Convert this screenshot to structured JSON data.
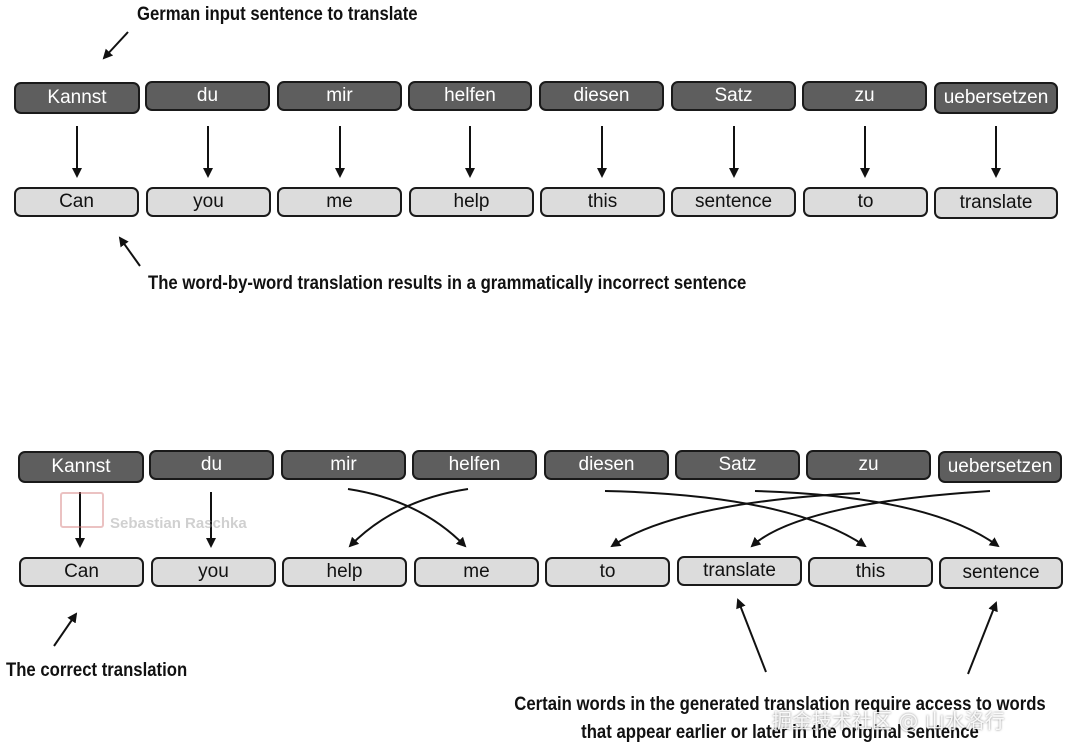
{
  "top": {
    "input_label": "German input sentence to translate",
    "german_words": [
      "Kannst",
      "du",
      "mir",
      "helfen",
      "diesen",
      "Satz",
      "zu",
      "uebersetzen"
    ],
    "english_words": [
      "Can",
      "you",
      "me",
      "help",
      "this",
      "sentence",
      "to",
      "translate"
    ],
    "caption": "The word-by-word translation results in a grammatically incorrect sentence"
  },
  "bottom": {
    "german_words": [
      "Kannst",
      "du",
      "mir",
      "helfen",
      "diesen",
      "Satz",
      "zu",
      "uebersetzen"
    ],
    "english_words": [
      "Can",
      "you",
      "help",
      "me",
      "to",
      "translate",
      "this",
      "sentence"
    ],
    "correct_label": "The correct translation",
    "caption_line1": "Certain words in the generated translation require access to words",
    "caption_line2": "that appear earlier or later in the original sentence"
  },
  "watermarks": {
    "author": "Sebastian Raschka",
    "site": "掘金技术社区 @ 山水洛行"
  },
  "colors": {
    "german_box": "#5e5e5e",
    "english_box": "#dcdcdc",
    "stroke": "#1a1a1a"
  }
}
